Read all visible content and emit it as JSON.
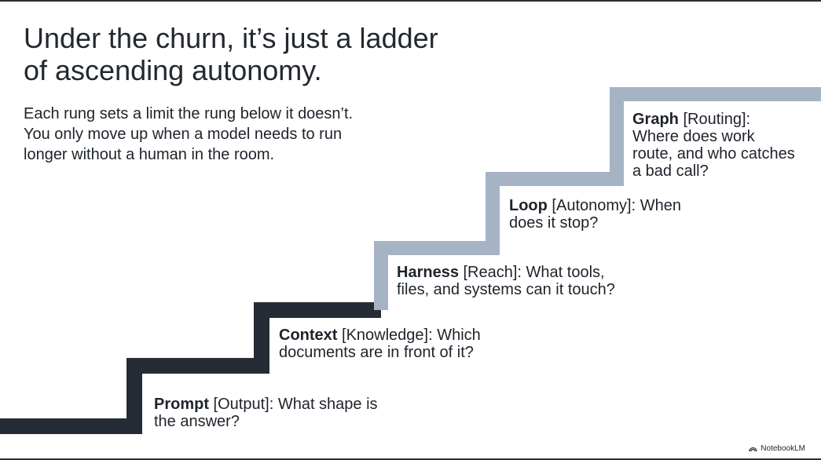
{
  "title": "Under the churn, it’s just a ladder\nof ascending autonomy.",
  "subtitle": {
    "line1": "Each rung sets a limit the rung below it doesn’t.",
    "line2": "You only move up when a model needs to run",
    "line3": "longer without a human in the room."
  },
  "colors": {
    "dark_stair": "#262c36",
    "light_stair": "#a6b3c5",
    "text": "#1e232b"
  },
  "rungs": [
    {
      "name": "Prompt",
      "rest1": " [Output]: What shape is",
      "line2": "the answer?"
    },
    {
      "name": "Context",
      "rest1": " [Knowledge]: Which",
      "line2": "documents are in front of it?"
    },
    {
      "name": "Harness",
      "rest1": " [Reach]: What tools,",
      "line2": "files, and systems can it touch?"
    },
    {
      "name": "Loop",
      "rest1": " [Autonomy]: When",
      "line2": "does it stop?"
    },
    {
      "name": "Graph",
      "rest1": " [Routing]:",
      "line2": "Where does work",
      "line3": "route, and who catches",
      "line4": "a bad call?"
    }
  ],
  "brand": {
    "logo_icon": "notebooklm-logo-icon",
    "label": "NotebookLM"
  }
}
